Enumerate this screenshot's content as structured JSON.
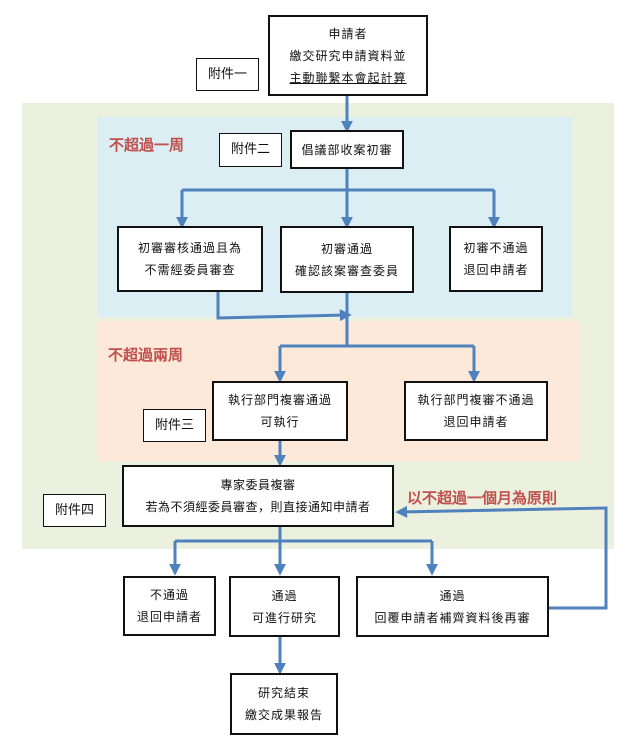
{
  "colors": {
    "outer_region": "#ebf1de",
    "week_region": "#dbeef4",
    "twoweek_region": "#fde9d9",
    "arrow": "#4f81bd",
    "label_red": "#c0504d"
  },
  "labels": {
    "one_week": "不超過一周",
    "two_weeks": "不超過兩周",
    "one_month": "以不超過一個月為原則"
  },
  "attachments": {
    "a1": "附件一",
    "a2": "附件二",
    "a3": "附件三",
    "a4": "附件四"
  },
  "nodes": {
    "applicant": [
      "申請者",
      "繳交研究申請資料並",
      "主動聯繫本會起計算"
    ],
    "dept_review": [
      "倡議部收案初審"
    ],
    "exempt": [
      "初審審核通過且為",
      "不需經委員審查"
    ],
    "confirm": [
      "初審通過",
      "確認該案審查委員"
    ],
    "reject_initial": [
      "初審不通過",
      "退回申請者"
    ],
    "exec_pass": [
      "執行部門複審通過",
      "可執行"
    ],
    "exec_fail": [
      "執行部門複審不通過",
      "退回申請者"
    ],
    "expert": [
      "專家委員複審",
      "若為不須經委員審查，則直接通知申請者"
    ],
    "final_reject": [
      "不通過",
      "退回申請者"
    ],
    "final_pass": [
      "通過",
      "可進行研究"
    ],
    "final_revise": [
      "通過",
      "回覆申請者補齊資料後再審"
    ],
    "end": [
      "研究結束",
      "繳交成果報告"
    ]
  }
}
